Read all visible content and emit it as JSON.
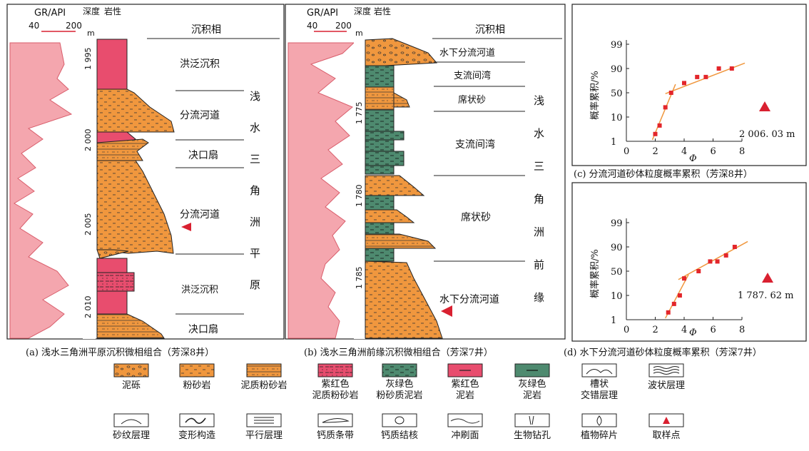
{
  "panel_a": {
    "gr_label": "GR/API",
    "gr_min": "40",
    "gr_max": "200",
    "depth_label": "深度",
    "depth_unit": "m",
    "lith_label": "岩性",
    "facies_header": "沉积相",
    "depth_ticks": [
      "1 995",
      "2 000",
      "2 005",
      "2 010"
    ],
    "microfacies": [
      "洪泛沉积",
      "分流河道",
      "决口扇",
      "分流河道",
      "洪泛沉积",
      "决口扇"
    ],
    "facies_name": "浅水三角洲平原",
    "caption": "(a) 浅水三角洲平原沉积微相组合（芳深8井）"
  },
  "panel_b": {
    "gr_label": "GR/API",
    "gr_min": "40",
    "gr_max": "200",
    "depth_label": "深度",
    "depth_unit": "m",
    "lith_label": "岩性",
    "facies_header": "沉积相",
    "depth_ticks": [
      "1 775",
      "1 780",
      "1 785"
    ],
    "microfacies": [
      "水下分流河道",
      "支流间湾",
      "席状砂",
      "支流间湾",
      "席状砂",
      "水下分流河道"
    ],
    "facies_name": "浅水三角洲前缘",
    "caption": "(b) 浅水三角洲前缘沉积微相组合（芳深7井）"
  },
  "chart_data": [
    {
      "type": "scatter",
      "title": "(c) 分流河道砂体粒度概率累积（芳深8井）",
      "xlabel": "Φ",
      "ylabel": "概率累积/%",
      "xlim": [
        0,
        8
      ],
      "xticks": [
        "0",
        "2",
        "4",
        "6",
        "8"
      ],
      "yticks": [
        "1",
        "10",
        "50",
        "90",
        "99"
      ],
      "x": [
        2.0,
        2.3,
        2.7,
        3.1,
        4.0,
        4.9,
        5.5,
        6.4,
        7.3
      ],
      "y": [
        2,
        5,
        20,
        50,
        70,
        80,
        80,
        90,
        90
      ],
      "sample_label": "2 006. 03 m"
    },
    {
      "type": "scatter",
      "title": "(d) 水下分流河道砂体粒度概率累积（芳深7井）",
      "xlabel": "Φ",
      "ylabel": "概率累积/%",
      "xlim": [
        0,
        8
      ],
      "xticks": [
        "0",
        "2",
        "4",
        "6",
        "8"
      ],
      "yticks": [
        "1",
        "10",
        "50",
        "90",
        "99"
      ],
      "x": [
        2.9,
        3.3,
        3.7,
        4.0,
        5.0,
        5.8,
        6.3,
        6.9,
        7.5
      ],
      "y": [
        2,
        5,
        10,
        30,
        50,
        70,
        70,
        80,
        90
      ],
      "sample_label": "1 787. 62 m"
    }
  ],
  "legend": [
    {
      "label": "泥砾"
    },
    {
      "label": "粉砂岩"
    },
    {
      "label": "泥质粉砂岩"
    },
    {
      "label": "紫红色泥质粉砂岩"
    },
    {
      "label": "灰绿色粉砂质泥岩"
    },
    {
      "label": "紫红色泥岩"
    },
    {
      "label": "灰绿色泥岩"
    },
    {
      "label": "槽状交错层理"
    },
    {
      "label": "波状层理"
    },
    {
      "label": "砂纹层理"
    },
    {
      "label": "变形构造"
    },
    {
      "label": "平行层理"
    },
    {
      "label": "钙质条带"
    },
    {
      "label": "钙质结核"
    },
    {
      "label": "冲刷面"
    },
    {
      "label": "生物钻孔"
    },
    {
      "label": "植物碎片"
    },
    {
      "label": "取样点"
    }
  ],
  "colors": {
    "sand": "#f0973e",
    "red": "#e84d6e",
    "green": "#4e8a6f",
    "gr": "#f4a6ae",
    "fit": "#f0973e",
    "point": "#e3262b",
    "marker": "#d92030"
  }
}
